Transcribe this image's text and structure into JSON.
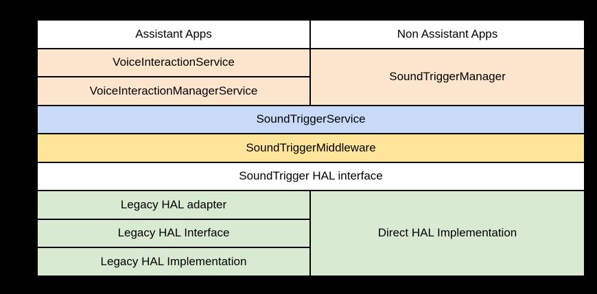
{
  "colors": {
    "canvas_bg": "#000000",
    "border": "#000000",
    "white_cell": "#ffffff",
    "peach_cell": "#fce5cd",
    "blue_cell": "#c9daf8",
    "yellow_cell": "#ffe599",
    "green_cell": "#d9ead3"
  },
  "diagram": {
    "rows": [
      {
        "cells": [
          {
            "label": "Assistant Apps",
            "bg": "#ffffff"
          },
          {
            "label": "Non Assistant Apps",
            "bg": "#ffffff"
          }
        ]
      },
      {
        "cells": [
          {
            "label": "VoiceInteractionService",
            "bg": "#fce5cd"
          },
          {
            "label": "SoundTriggerManager",
            "bg": "#fce5cd"
          }
        ]
      },
      {
        "cells": [
          {
            "label": "VoiceInteractionManagerService",
            "bg": "#fce5cd"
          }
        ]
      },
      {
        "cells": [
          {
            "label": "SoundTriggerService",
            "bg": "#c9daf8"
          }
        ]
      },
      {
        "cells": [
          {
            "label": "SoundTriggerMiddleware",
            "bg": "#ffe599"
          }
        ]
      },
      {
        "cells": [
          {
            "label": "SoundTrigger HAL interface",
            "bg": "#ffffff"
          }
        ]
      },
      {
        "cells": [
          {
            "label": "Legacy HAL adapter",
            "bg": "#d9ead3"
          },
          {
            "label": "Direct HAL Implementation",
            "bg": "#d9ead3"
          }
        ]
      },
      {
        "cells": [
          {
            "label": "Legacy HAL Interface",
            "bg": "#d9ead3"
          }
        ]
      },
      {
        "cells": [
          {
            "label": "Legacy HAL Implementation",
            "bg": "#d9ead3"
          }
        ]
      }
    ]
  }
}
